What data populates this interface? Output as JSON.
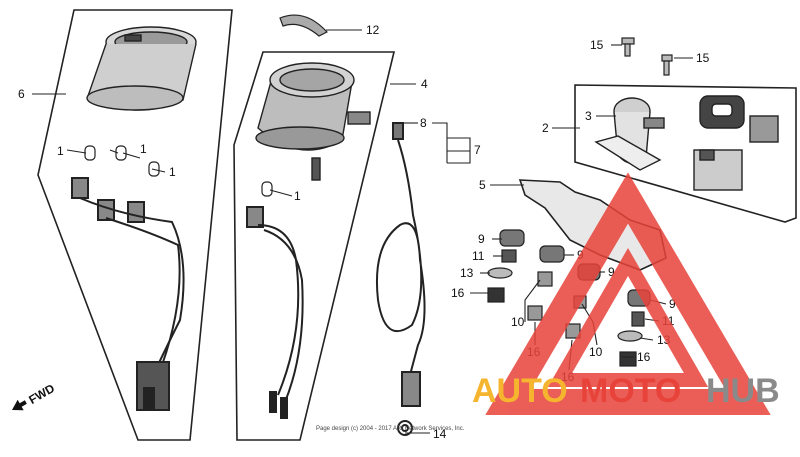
{
  "diagram": {
    "callouts": {
      "c1a": "1",
      "c1b": "1",
      "c1c": "1",
      "c1d": "1",
      "c2": "2",
      "c3": "3",
      "c4": "4",
      "c5": "5",
      "c6": "6",
      "c7": "7",
      "c8": "8",
      "c9a": "9",
      "c9b": "9",
      "c9c": "9",
      "c9d": "9",
      "c10a": "10",
      "c10b": "10",
      "c11a": "11",
      "c11b": "11",
      "c12": "12",
      "c13a": "13",
      "c13b": "13",
      "c14": "14",
      "c15a": "15",
      "c15b": "15",
      "c16a": "16",
      "c16b": "16",
      "c16c": "16",
      "c16d": "16"
    },
    "fwd_label": "FWD",
    "copyright": "Page design (c) 2004 - 2017 ARI Network Services, Inc."
  },
  "watermark": {
    "word1": "AUTO",
    "word2": "MOTO",
    "word3": "HUB",
    "colors": {
      "auto": "#f5b52e",
      "moto": "#e8433a",
      "hub": "#8a8a8a",
      "triangle": "#e8433a"
    }
  }
}
